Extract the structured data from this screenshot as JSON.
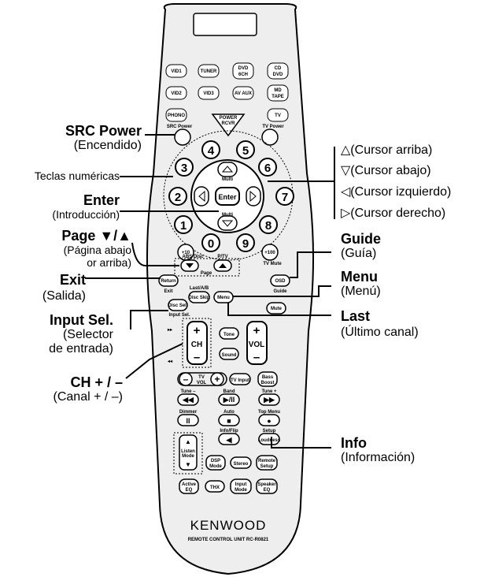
{
  "callouts": {
    "src_power": {
      "title": "SRC Power",
      "sub": "(Encendido)"
    },
    "numeric": {
      "title": "Teclas numéricas"
    },
    "enter": {
      "title": "Enter",
      "sub": "(Introducción)"
    },
    "page": {
      "title": "Page ▼/▲",
      "sub1": "(Página abajo",
      "sub2": "or arriba)"
    },
    "exit": {
      "title": "Exit",
      "sub": "(Salida)"
    },
    "input_sel": {
      "title": "Input Sel.",
      "sub1": "(Selector",
      "sub2": "de entrada)"
    },
    "ch": {
      "title": "CH + / –",
      "sub": "(Canal  + / –)"
    },
    "cursor": {
      "up": "△(Cursor arriba)",
      "down": "▽(Cursor abajo)",
      "left": "◁(Cursor izquierdo)",
      "right": "▷(Cursor derecho)"
    },
    "guide": {
      "title": "Guide",
      "sub": "(Guía)"
    },
    "menu": {
      "title": "Menu",
      "sub": "(Menú)"
    },
    "last": {
      "title": "Last",
      "sub": "(Último canal)"
    },
    "info": {
      "title": "Info",
      "sub": "(Información)"
    }
  },
  "numeric_keys": [
    "4",
    "5",
    "3",
    "6",
    "2",
    "7",
    "1",
    "8",
    "0",
    "9",
    "+10",
    "+100"
  ],
  "buttons": {
    "vid1": "VID1",
    "tuner": "TUNER",
    "dvd": "DVD",
    "ch6": "6CH",
    "cd": "CD",
    "cd_dvd": "DVD",
    "vid2": "VID2",
    "vid3": "VID3",
    "av_aux": "AV AUX",
    "md": "MD",
    "tape": "TAPE",
    "phono": "PHONO",
    "tv": "TV",
    "power": "POWER",
    "rcvr": "RCVR",
    "src_power": "SRC Power",
    "tv_power": "TV Power",
    "multi": "Multi",
    "enter": "Enter",
    "tv_mute": "TV Mute",
    "abs_disc": "ABS Disc",
    "p_tv": "P/TV",
    "page": "Page",
    "return": "Return",
    "exit": "Exit",
    "osd": "OSD",
    "guide": "Guide",
    "last_ab": "Last/A/B",
    "disc_skip": "Disc Skip",
    "menu": "Menu",
    "disc_sel": "Disc Sel.",
    "mute": "Mute",
    "input_sel": "Input Sel.",
    "plus": "+",
    "minus": "–",
    "ch": "CH",
    "vol": "VOL",
    "tone": "Tone",
    "sound": "Sound",
    "tv_input": "TV Input",
    "bass": "Bass",
    "boost": "Boost",
    "tune_minus": "Tune –",
    "band": "Band",
    "tune_plus": "Tune +",
    "dimmer": "Dimmer",
    "auto": "Auto",
    "top_menu": "Top Menu",
    "info_flip": "Info/Flip",
    "setup": "Setup",
    "loudness": "Loudness",
    "listen": "Listen",
    "mode": "Mode",
    "dsp": "DSP",
    "stereo": "Stereo",
    "remote": "Remote",
    "active": "Active",
    "eq": "EQ",
    "thx": "THX",
    "input": "Input",
    "speaker": "Speaker"
  },
  "brand": {
    "logo": "KENWOOD",
    "model": "REMOTE CONTROL UNIT RC-R0821"
  }
}
